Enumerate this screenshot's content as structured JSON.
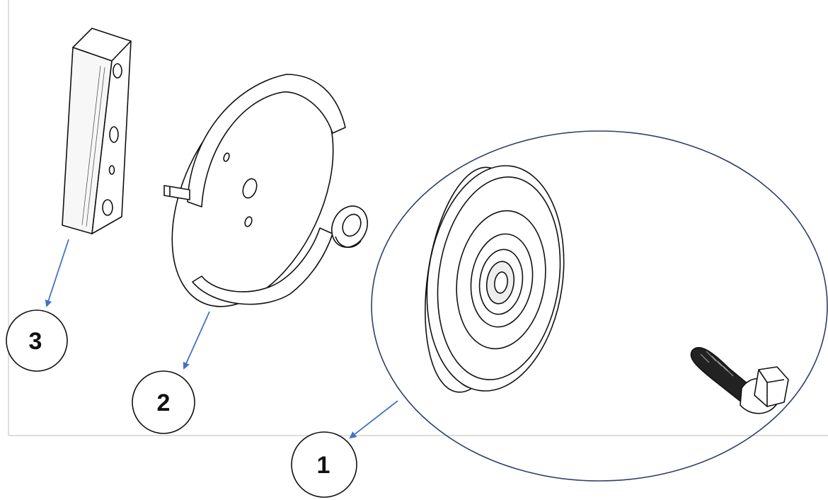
{
  "callouts": [
    {
      "id": "1",
      "label": "1"
    },
    {
      "id": "2",
      "label": "2"
    },
    {
      "id": "3",
      "label": "3"
    }
  ],
  "colors": {
    "line": "#111111",
    "arrow": "#4472c4",
    "ellipse": "#2f3e6b",
    "part_fill": "#ffffff",
    "frame": "#c8c8c8"
  },
  "parts": {
    "block": "rectangular-block-icon",
    "disc": "cut-disc-icon",
    "washer": "washer-icon",
    "pulley": "pulley-icon",
    "bolt": "hex-bolt-icon"
  }
}
